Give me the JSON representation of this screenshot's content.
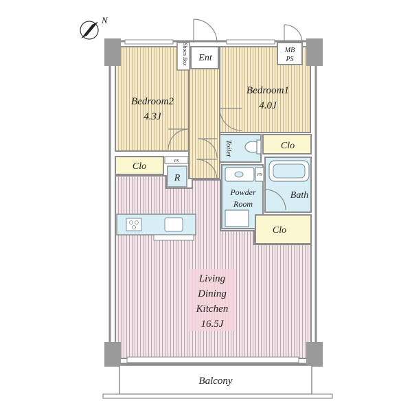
{
  "compass": {
    "north_label": "N"
  },
  "rooms": {
    "bedroom2": {
      "name": "Bedroom2",
      "size": "4.3J"
    },
    "bedroom1": {
      "name": "Bedroom1",
      "size": "4.0J"
    },
    "entrance": {
      "name": "Ent"
    },
    "shoes_box": {
      "name": "Shoes Box"
    },
    "mb_ps": {
      "line1": "MB",
      "line2": "PS"
    },
    "toilet": {
      "name": "Toilet"
    },
    "closet_bedroom1": {
      "name": "Clo"
    },
    "closet_bedroom2": {
      "name": "Clo"
    },
    "ps_small_1": {
      "name": "PS"
    },
    "ps_small_2": {
      "name": "PS"
    },
    "refrigerator": {
      "name": "R"
    },
    "powder_room": {
      "line1": "Powder",
      "line2": "Room"
    },
    "bath": {
      "name": "Bath"
    },
    "closet_ldk": {
      "name": "Clo"
    },
    "ldk": {
      "line1": "Living",
      "line2": "Dining",
      "line3": "Kitchen",
      "size": "16.5J"
    },
    "balcony": {
      "name": "Balcony"
    }
  },
  "colors": {
    "bedroom_fill": "#f3ecd2",
    "bedroom_stripe": "#c9b78a",
    "ldk_fill": "#f1e6ea",
    "ldk_stripe": "#b9a6ad",
    "ldk_highlight": "#f6d5dd",
    "closet_fill": "#fbf7d0",
    "wet_fill": "#d8eef5",
    "wall": "#8c8c8c",
    "column": "#9a9a9a"
  }
}
